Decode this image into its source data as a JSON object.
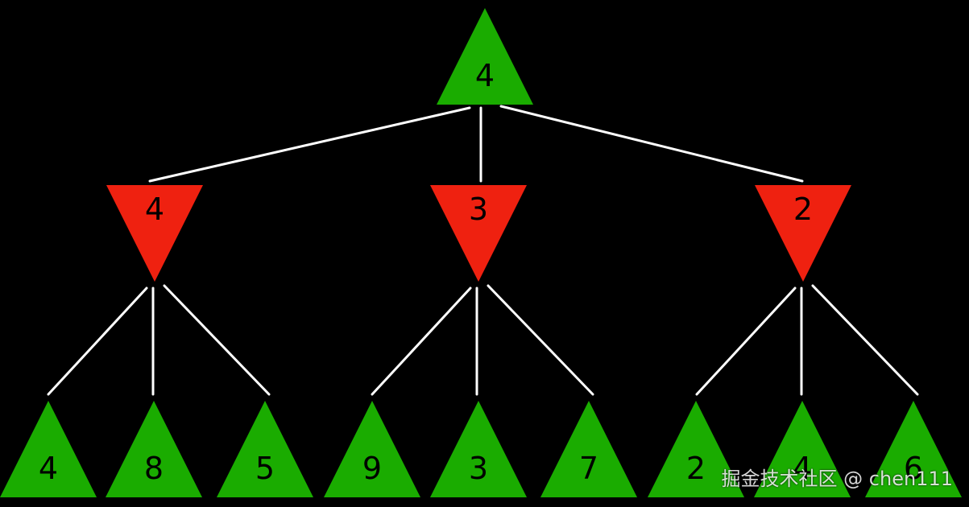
{
  "colors": {
    "max_node": "#1aac00",
    "min_node": "#ef2110",
    "edge": "#ffffff",
    "background": "#000000",
    "label": "#000000"
  },
  "tree": {
    "root": {
      "type": "max",
      "value": "4",
      "children": [
        {
          "type": "min",
          "value": "4",
          "children": [
            {
              "type": "max",
              "value": "4"
            },
            {
              "type": "max",
              "value": "8"
            },
            {
              "type": "max",
              "value": "5"
            }
          ]
        },
        {
          "type": "min",
          "value": "3",
          "children": [
            {
              "type": "max",
              "value": "9"
            },
            {
              "type": "max",
              "value": "3"
            },
            {
              "type": "max",
              "value": "7"
            }
          ]
        },
        {
          "type": "min",
          "value": "2",
          "children": [
            {
              "type": "max",
              "value": "2"
            },
            {
              "type": "max",
              "value": "4"
            },
            {
              "type": "max",
              "value": "6"
            }
          ]
        }
      ]
    }
  },
  "watermark": "掘金技术社区 @ chen111"
}
